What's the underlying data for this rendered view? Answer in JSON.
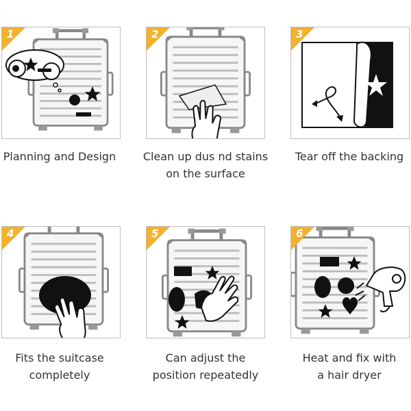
{
  "accent_color": "#f2b22c",
  "steps": [
    {
      "number": "1",
      "caption_lines": [
        "Planning and Design"
      ],
      "icons": [
        "suitcase-icon",
        "thought-cloud-icon",
        "star-icon",
        "circle-sticker-icon"
      ]
    },
    {
      "number": "2",
      "caption_lines": [
        "Clean up dus nd stains",
        "on the surface"
      ],
      "icons": [
        "suitcase-icon",
        "hand-with-cloth-icon"
      ]
    },
    {
      "number": "3",
      "caption_lines": [
        "Tear off the backing"
      ],
      "icons": [
        "sticker-sheet-icon",
        "peel-arrow-icon",
        "star-icon"
      ]
    },
    {
      "number": "4",
      "caption_lines": [
        "Fits the suitcase",
        "completely"
      ],
      "icons": [
        "suitcase-icon",
        "hand-pressing-icon",
        "oval-sticker-icon"
      ]
    },
    {
      "number": "5",
      "caption_lines": [
        "Can adjust the",
        "position repeatedly"
      ],
      "icons": [
        "suitcase-icon",
        "hand-icon",
        "star-icon"
      ]
    },
    {
      "number": "6",
      "caption_lines": [
        "Heat and fix with",
        "a hair dryer"
      ],
      "icons": [
        "suitcase-icon",
        "hair-dryer-icon",
        "heart-sticker-icon"
      ]
    }
  ]
}
